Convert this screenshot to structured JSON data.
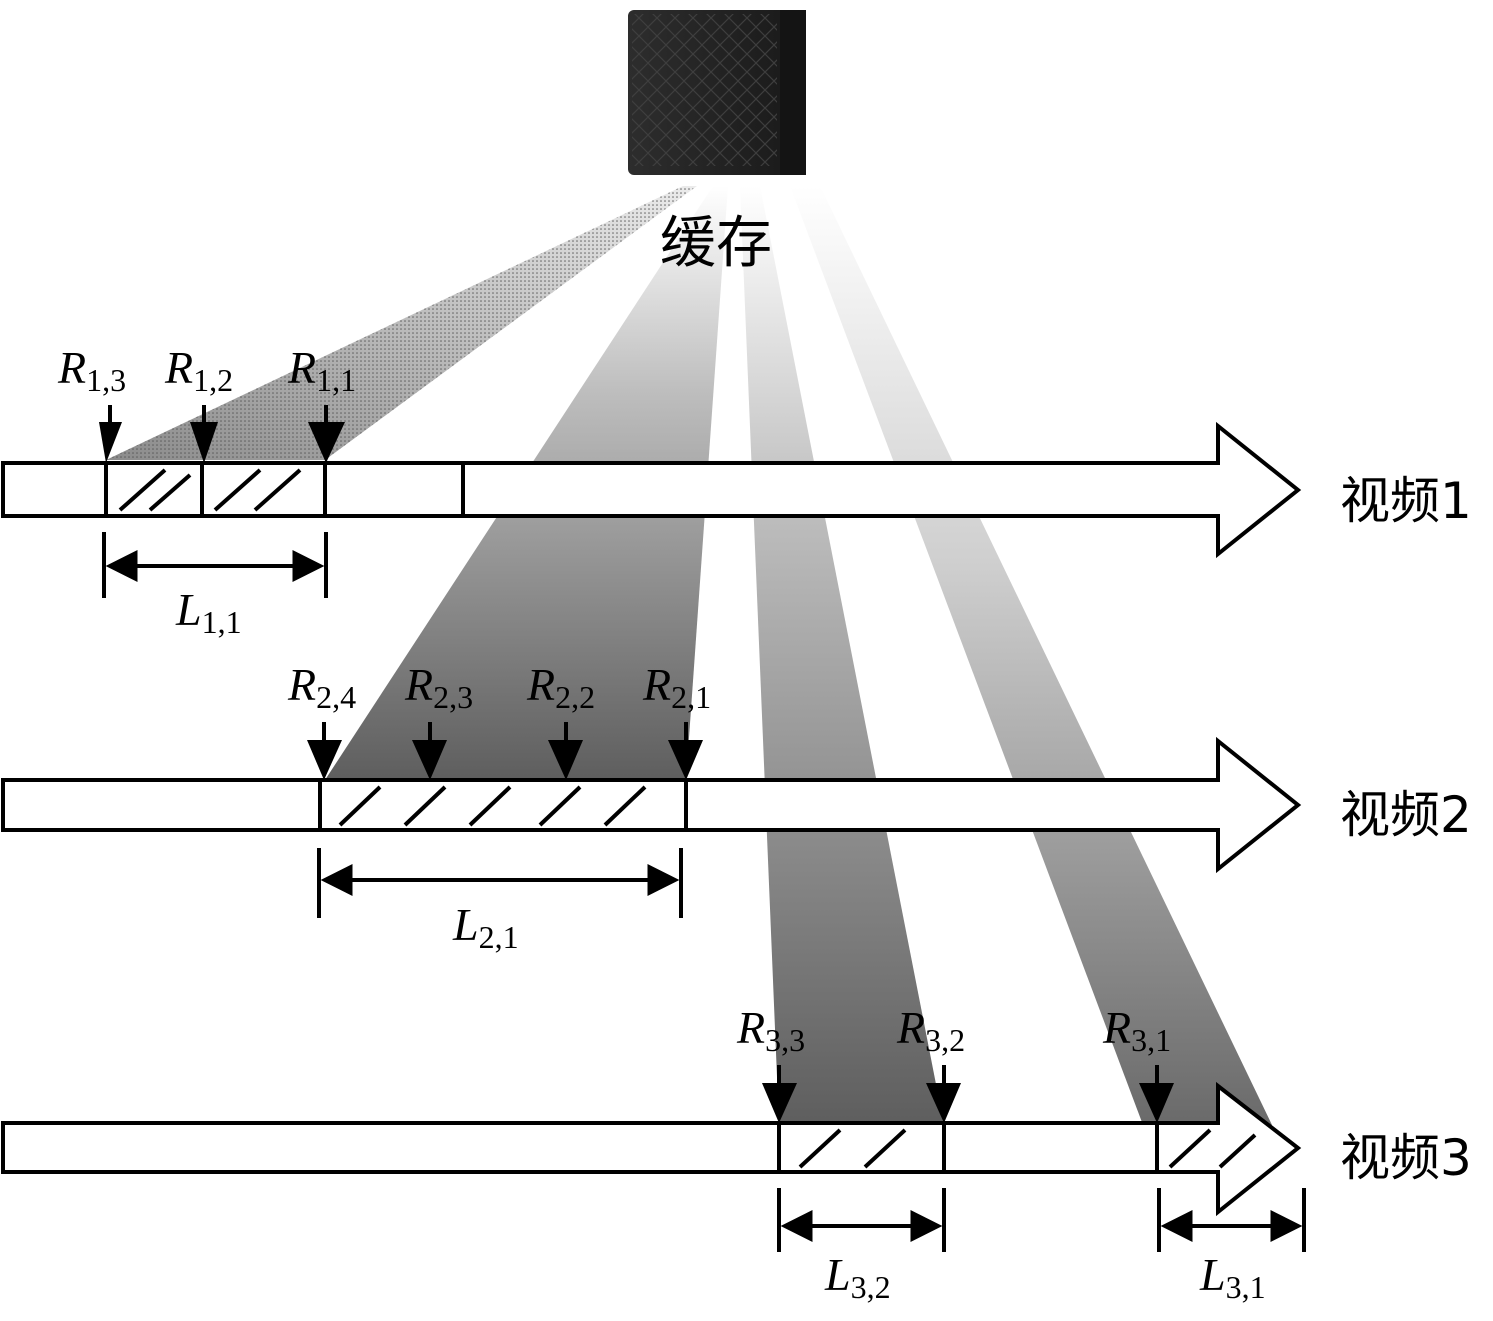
{
  "cache_label": "缓存",
  "videos": [
    {
      "name": "视频1",
      "markers": [
        {
          "letter": "R",
          "sub": "1,3"
        },
        {
          "letter": "R",
          "sub": "1,2"
        },
        {
          "letter": "R",
          "sub": "1,1"
        }
      ],
      "lengths": [
        {
          "letter": "L",
          "sub": "1,1"
        }
      ]
    },
    {
      "name": "视频2",
      "markers": [
        {
          "letter": "R",
          "sub": "2,4"
        },
        {
          "letter": "R",
          "sub": "2,3"
        },
        {
          "letter": "R",
          "sub": "2,2"
        },
        {
          "letter": "R",
          "sub": "2,1"
        }
      ],
      "lengths": [
        {
          "letter": "L",
          "sub": "2,1"
        }
      ]
    },
    {
      "name": "视频3",
      "markers": [
        {
          "letter": "R",
          "sub": "3,3"
        },
        {
          "letter": "R",
          "sub": "3,2"
        },
        {
          "letter": "R",
          "sub": "3,1"
        }
      ],
      "lengths": [
        {
          "letter": "L",
          "sub": "3,2"
        },
        {
          "letter": "L",
          "sub": "3,1"
        }
      ]
    }
  ]
}
